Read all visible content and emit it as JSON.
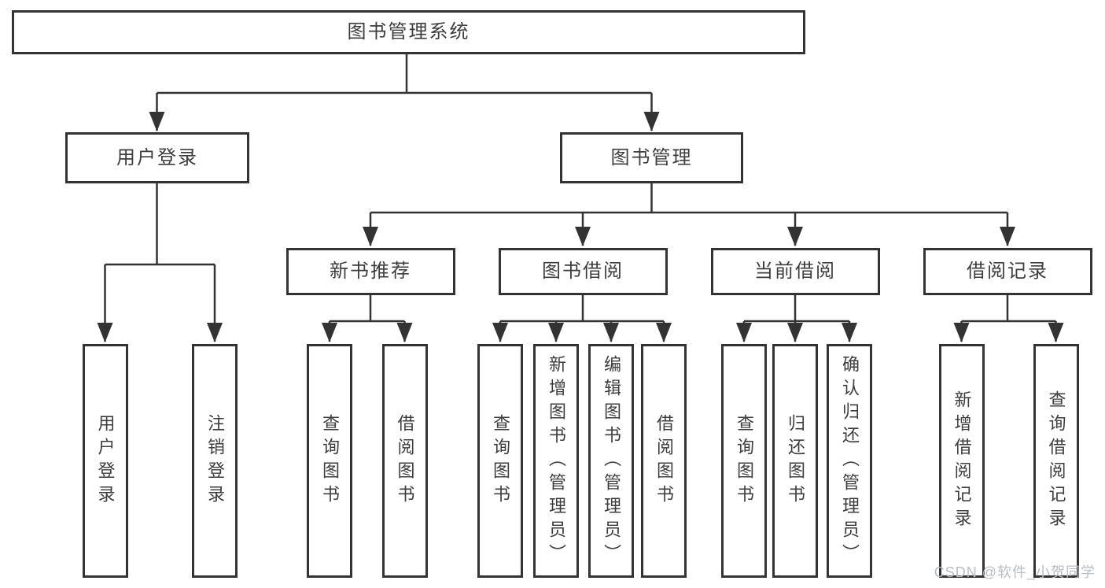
{
  "root": {
    "label": "图书管理系统"
  },
  "branches": {
    "login": {
      "label": "用户登录",
      "children": [
        {
          "label": "用户登录"
        },
        {
          "label": "注销登录"
        }
      ]
    },
    "mgmt": {
      "label": "图书管理"
    }
  },
  "groups": [
    {
      "label": "新书推荐",
      "children": [
        {
          "label": "查询图书"
        },
        {
          "label": "借阅图书"
        }
      ]
    },
    {
      "label": "图书借阅",
      "children": [
        {
          "label": "查询图书"
        },
        {
          "label": "新增图书（管理员）"
        },
        {
          "label": "编辑图书（管理员）"
        },
        {
          "label": "借阅图书"
        }
      ]
    },
    {
      "label": "当前借阅",
      "children": [
        {
          "label": "查询图书"
        },
        {
          "label": "归还图书"
        },
        {
          "label": "确认归还（管理员）"
        }
      ]
    },
    {
      "label": "借阅记录",
      "children": [
        {
          "label": "新增借阅记录"
        },
        {
          "label": "查询借阅记录"
        }
      ]
    }
  ],
  "watermark": {
    "text": "CSDN @软件_小贺同学"
  },
  "colors": {
    "line": "#333333",
    "text": "#3d3d3d",
    "box_bg": "#ffffff",
    "watermark": "#b9bdc4"
  }
}
